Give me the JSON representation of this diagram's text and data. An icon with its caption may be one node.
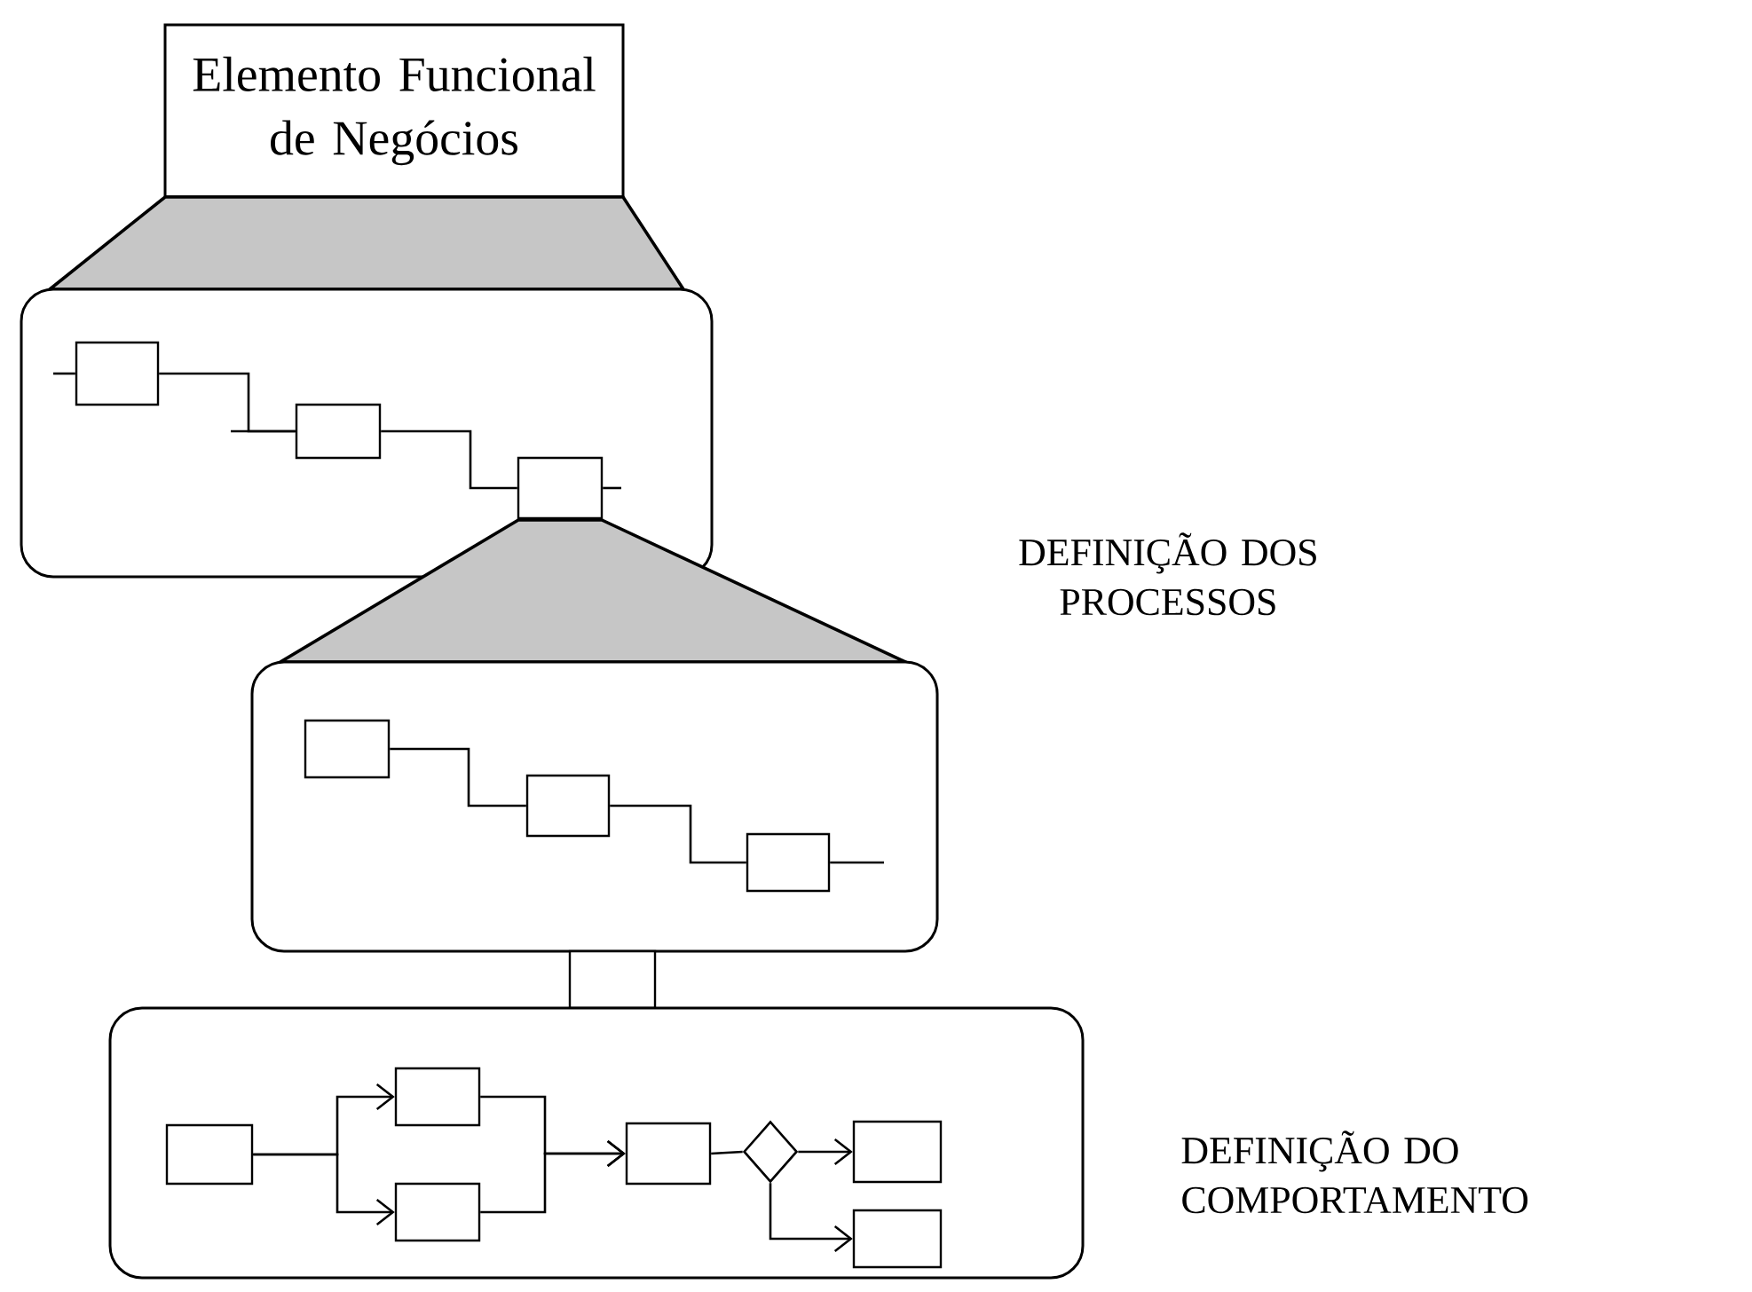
{
  "diagram": {
    "nodes": [
      {
        "text": [
          "Elemento Funcional de Negócios"
        ]
      },
      {
        "text": [],
        "shape": "trapezoid"
      },
      {
        "text": [],
        "shape": "box"
      },
      {
        "text": [],
        "shape": "box",
        "in": 2
      },
      {
        "text": [],
        "shape": "box",
        "in": 2
      },
      {
        "text": [],
        "shape": "box",
        "in": 2
      },
      {
        "text": [],
        "shape": "trapezoid"
      },
      {
        "text": [],
        "shape": "box"
      },
      {
        "text": [],
        "shape": "box",
        "in": 7
      },
      {
        "text": [],
        "shape": "box",
        "in": 7
      },
      {
        "text": [],
        "shape": "box",
        "in": 7
      },
      {
        "text": [],
        "shape": "box"
      },
      {
        "text": [],
        "shape": "box"
      },
      {
        "text": [],
        "shape": "box",
        "in": 12
      },
      {
        "text": [],
        "shape": "box",
        "in": 12
      },
      {
        "text": [],
        "shape": "box",
        "in": 12
      },
      {
        "text": [],
        "shape": "box",
        "in": 12
      },
      {
        "text": [],
        "shape": "diamond",
        "in": 12
      },
      {
        "text": [],
        "shape": "box",
        "in": 12
      },
      {
        "text": [],
        "shape": "box",
        "in": 12
      }
    ],
    "edges": [
      {
        "from": null,
        "to": 3,
        "arrow": "none"
      },
      {
        "from": 3,
        "to": 4,
        "arrow": "none"
      },
      {
        "from": null,
        "to": 4,
        "arrow": "none"
      },
      {
        "from": 4,
        "to": 5,
        "arrow": "none"
      },
      {
        "from": 5,
        "to": null,
        "arrow": "none"
      },
      {
        "from": 8,
        "to": 9,
        "arrow": "none"
      },
      {
        "from": 9,
        "to": 10,
        "arrow": "none"
      },
      {
        "from": 10,
        "to": null,
        "arrow": "none"
      },
      {
        "from": 13,
        "to": 14,
        "arrow": "to"
      },
      {
        "from": 13,
        "to": 15,
        "arrow": "to"
      },
      {
        "from": 14,
        "to": 16,
        "arrow": "to"
      },
      {
        "from": 15,
        "to": 16,
        "arrow": "to"
      },
      {
        "from": 16,
        "to": 17,
        "arrow": "none"
      },
      {
        "from": 17,
        "to": 18,
        "arrow": "to"
      },
      {
        "from": 17,
        "to": 19,
        "arrow": "to"
      }
    ],
    "labels": [
      "DEFINIÇÃO DOS PROCESSOS",
      "DEFINIÇÃO DO COMPORTAMENTO"
    ]
  }
}
